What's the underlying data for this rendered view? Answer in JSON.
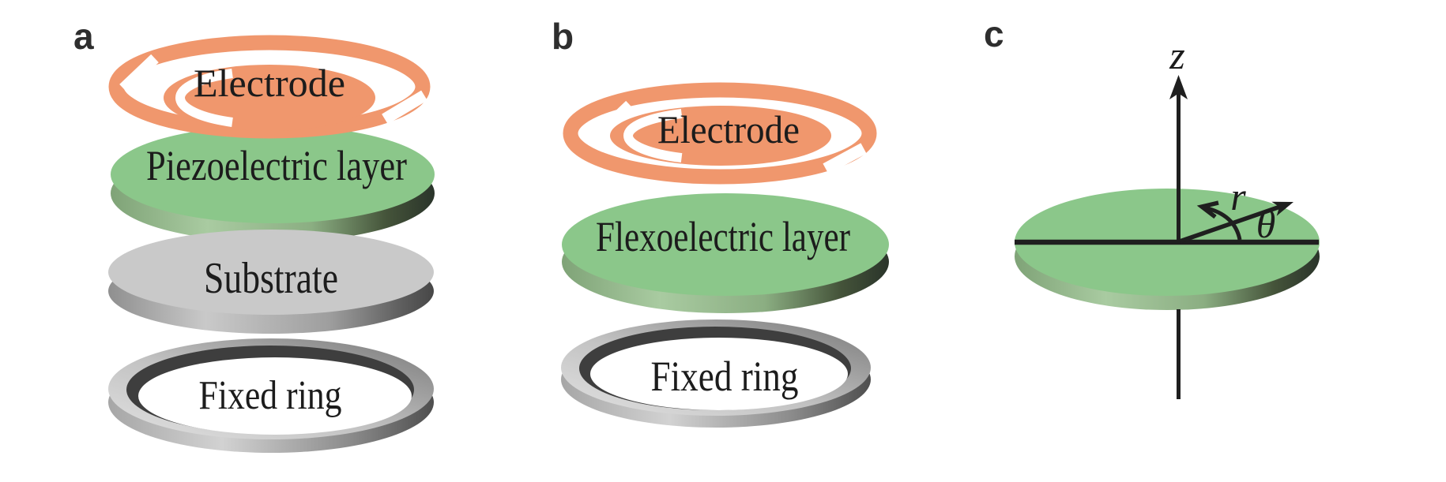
{
  "figure": {
    "panel_a": {
      "label": "a",
      "electrode": "Electrode",
      "piezo": "Piezoelectric layer",
      "substrate": "Substrate",
      "fixed_ring": "Fixed ring"
    },
    "panel_b": {
      "label": "b",
      "electrode": "Electrode",
      "flexo": "Flexoelectric layer",
      "fixed_ring": "Fixed ring"
    },
    "panel_c": {
      "label": "c",
      "z": "z",
      "r": "r",
      "theta": "θ"
    }
  },
  "colors": {
    "electrode_orange": "#F0976D",
    "layer_green": "#8BC78A",
    "substrate_gray": "#C9C9C9",
    "ink": "#1C1C1C",
    "letter_color": "#2E2E2E",
    "axis_color": "#1F1F1F"
  }
}
